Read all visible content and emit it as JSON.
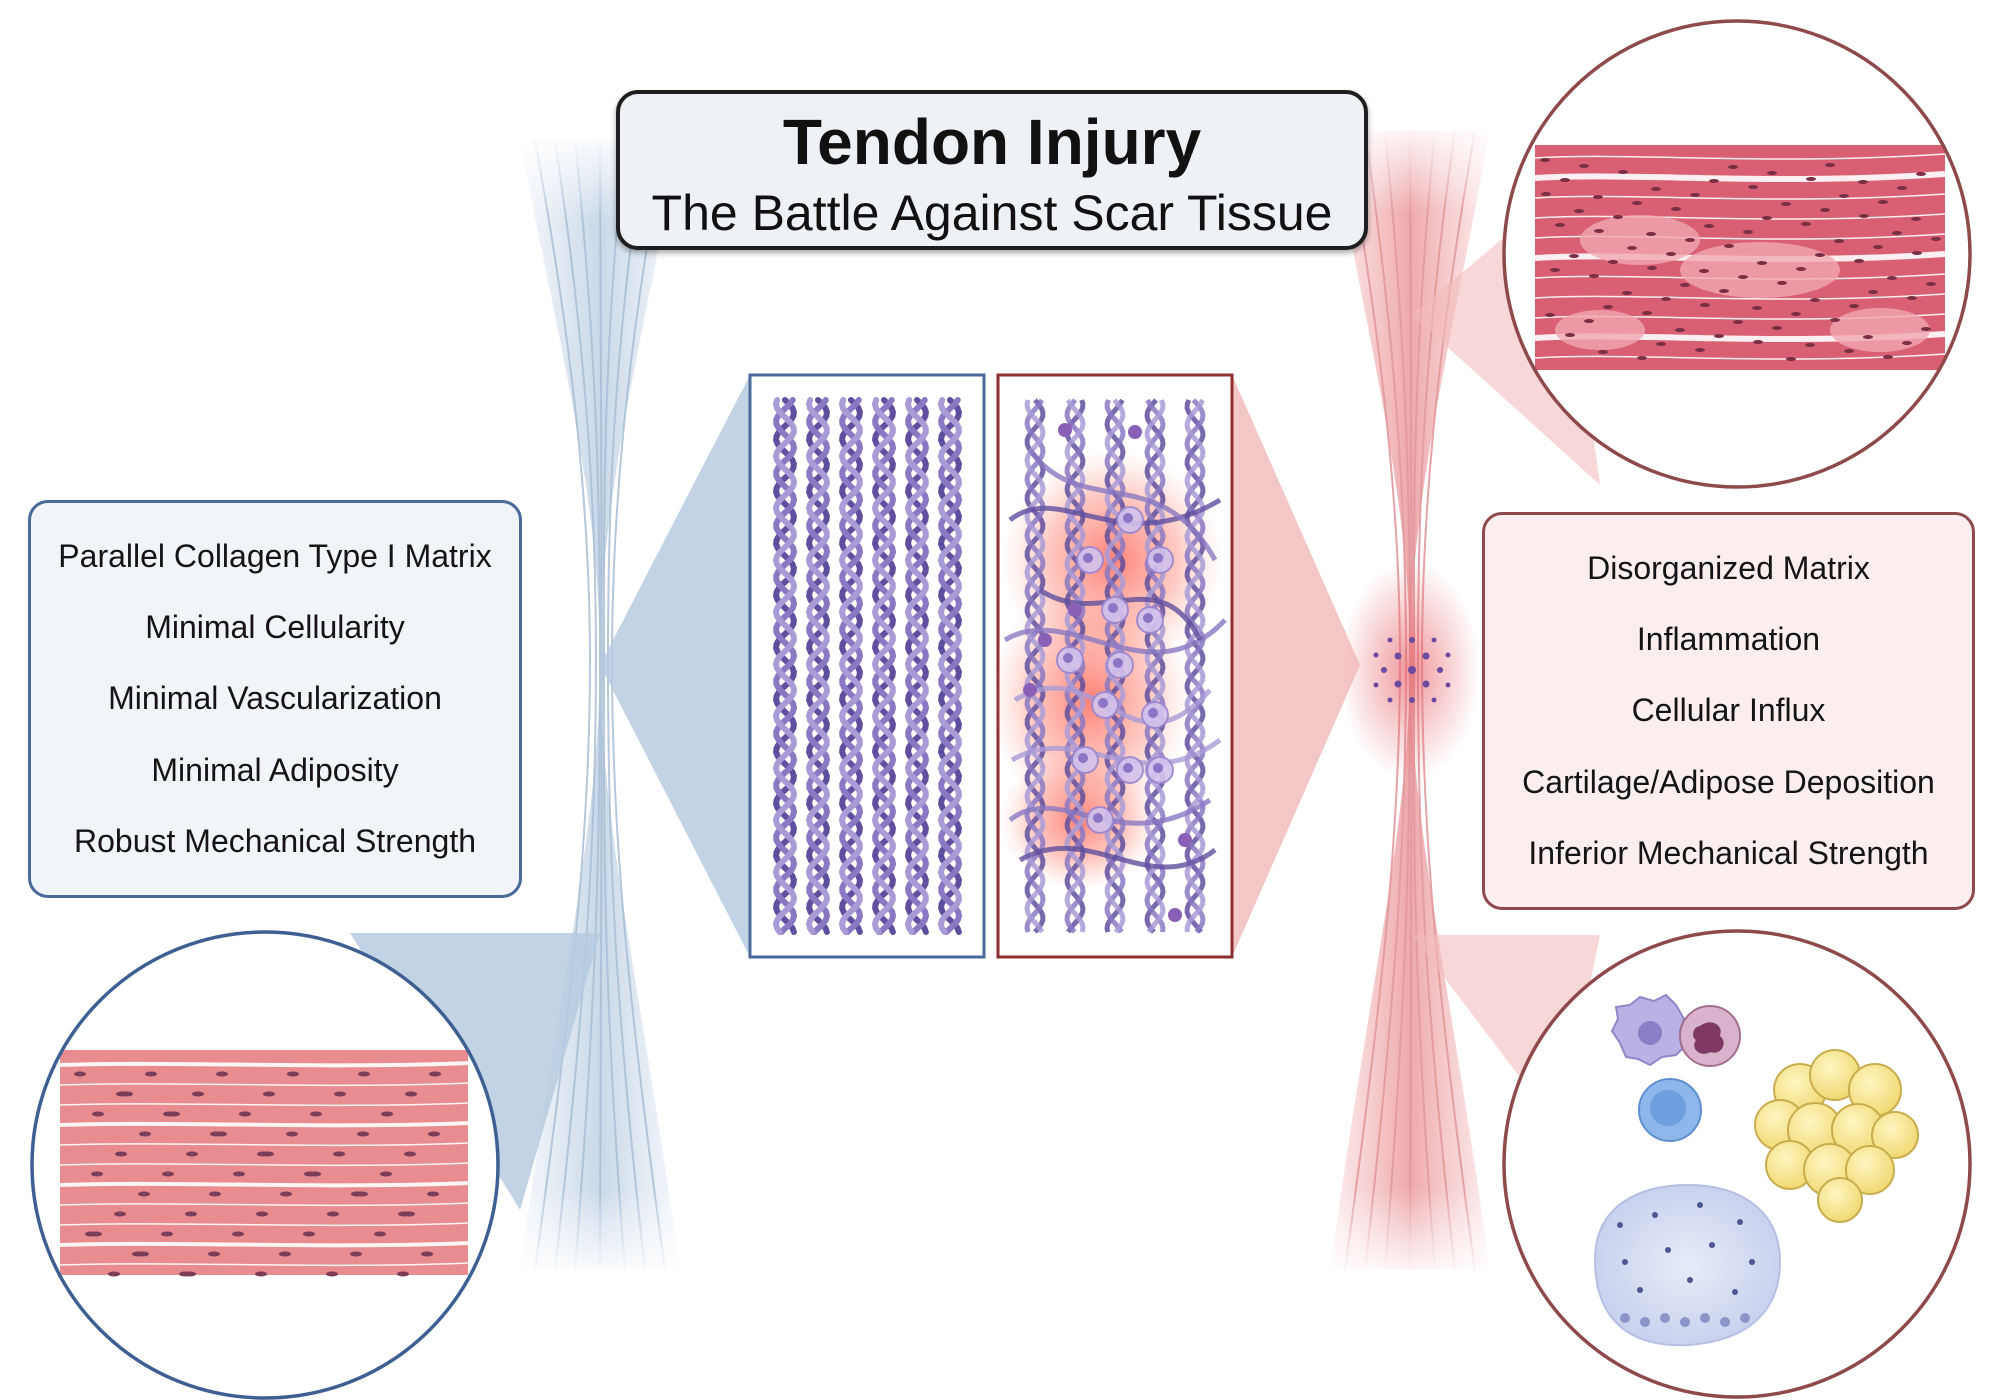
{
  "title": {
    "main": "Tendon Injury",
    "subtitle": "The Battle Against Scar Tissue"
  },
  "healthy": {
    "features": [
      "Parallel Collagen Type I Matrix",
      "Minimal Cellularity",
      "Minimal Vascularization",
      "Minimal Adiposity",
      "Robust Mechanical Strength"
    ]
  },
  "injured": {
    "features": [
      "Disorganized Matrix",
      "Inflammation",
      "Cellular Influx",
      "Cartilage/Adipose Deposition",
      "Inferior Mechanical Strength"
    ]
  },
  "colors": {
    "healthy_outline": "#4a6a99",
    "healthy_fill": "#dfe8f2",
    "injured_outline": "#8e4a4a",
    "injured_fill": "#f3cccc",
    "tissue_pink": "#e8878e",
    "collagen_purple": "#7b6bb0"
  },
  "icons": [
    "healthy-tendon-icon",
    "injured-tendon-icon",
    "aligned-collagen-fibers-icon",
    "disorganized-collagen-fibers-icon",
    "injury-site-cells-icon",
    "healthy-tissue-histology-icon",
    "scar-tissue-histology-icon",
    "immune-cells-icon",
    "adipocyte-cluster-icon",
    "cartilage-matrix-icon"
  ]
}
